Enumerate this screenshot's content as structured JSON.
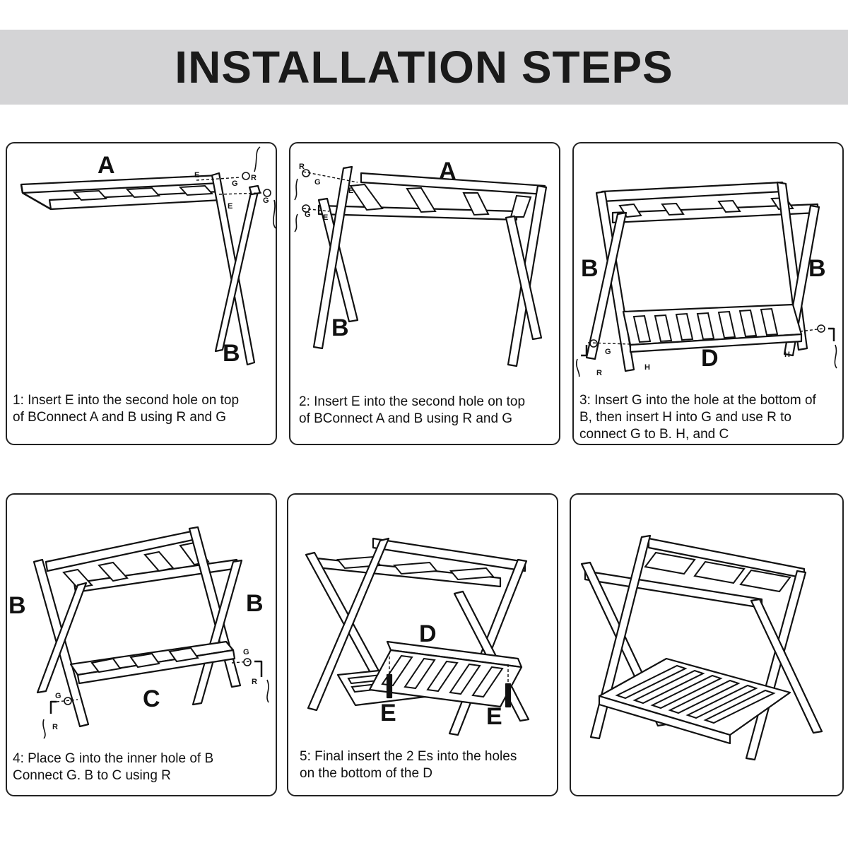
{
  "title": "INSTALLATION STEPS",
  "steps": [
    {
      "caption_line1": "1: Insert E into the second hole on top",
      "caption_line2": "of BConnect A and B using R and G",
      "labels": {
        "A": "A",
        "B": "B",
        "E": "E",
        "G": "G",
        "R": "R"
      }
    },
    {
      "caption_line1": "2: Insert E into the second hole on top",
      "caption_line2": "of BConnect A and B using R and G",
      "labels": {
        "A": "A",
        "B": "B",
        "E": "E",
        "G": "G",
        "R": "R"
      }
    },
    {
      "caption_line1": "3: Insert G into the hole at the bottom of",
      "caption_line2": "B, then insert H into G and use R to",
      "caption_line3": "connect G to B. H, and C",
      "labels": {
        "B": "B",
        "D": "D",
        "G": "G",
        "H": "H",
        "R": "R"
      }
    },
    {
      "caption_line1": "4: Place G into the inner hole of B",
      "caption_line2": "Connect G. B to C using R",
      "labels": {
        "B": "B",
        "C": "C",
        "G": "G",
        "R": "R"
      }
    },
    {
      "caption_line1": "5: Final insert the 2 Es into the holes",
      "caption_line2": "on the bottom of the D",
      "labels": {
        "D": "D",
        "E": "E"
      }
    }
  ]
}
